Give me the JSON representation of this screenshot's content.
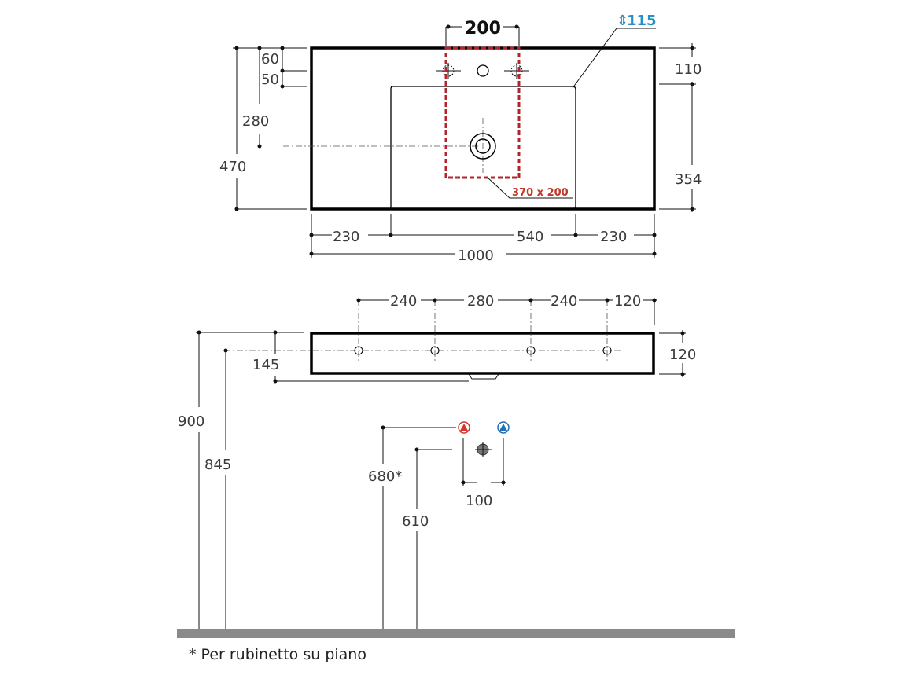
{
  "top_view": {
    "dimensions": {
      "tap_spacing": "200",
      "basin_depth": "115",
      "back_to_basin": "110",
      "basin_to_front": "354",
      "tap_offset_top": "60",
      "tap_hole_spacing": "50",
      "drain_from_top": "280",
      "total_depth": "470",
      "left_margin": "230",
      "basin_width": "540",
      "right_margin": "230",
      "total_width": "1000",
      "cutout_area": "370 x 200"
    },
    "colors": {
      "cutout": "#c0392b",
      "basin_depth_label": "#2a8fc6"
    }
  },
  "front_view": {
    "dimensions": {
      "hole_spacing_1": "240",
      "hole_spacing_2": "280",
      "hole_spacing_3": "240",
      "hole_to_edge": "120",
      "thickness": "120",
      "underside_offset": "145",
      "top_height": "900",
      "hole_height": "845"
    }
  },
  "wall_view": {
    "dimensions": {
      "tap_supply_height": "680*",
      "drain_height": "610",
      "supply_spacing": "100"
    },
    "colors": {
      "hot": "#d9342b",
      "cold": "#1f6fb5",
      "drain": "#777777",
      "floor": "#8a8a8a"
    }
  },
  "footnote": "* Per rubinetto su piano"
}
